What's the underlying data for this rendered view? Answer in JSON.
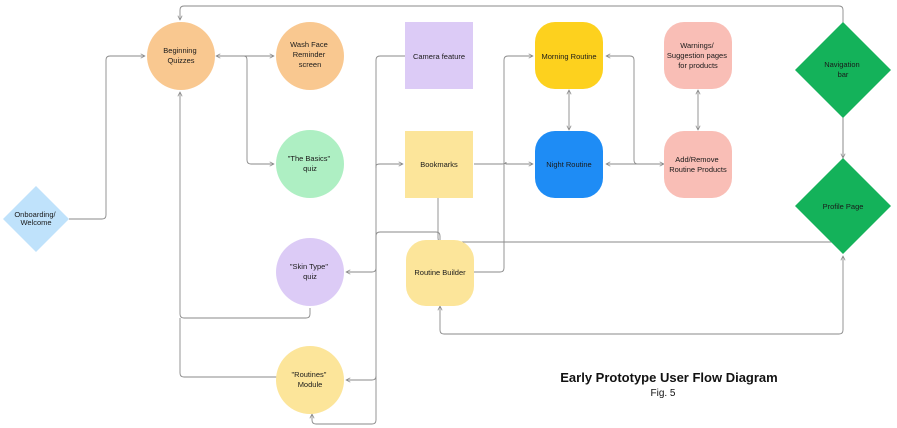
{
  "title": "Early Prototype User Flow Diagram",
  "subtitle": "Fig. 5",
  "colors": {
    "orange": "#F9C890",
    "green_light": "#AEEFC3",
    "lavender": "#DCCBF6",
    "yellow": "#FCE59A",
    "gold": "#FDD11E",
    "blue": "#1E8CF5",
    "pink": "#F9BEB6",
    "green": "#14B25A",
    "sky": "#BFE2FB",
    "edge": "#8A8A8A"
  },
  "nodes": [
    {
      "id": "onboarding",
      "lines": [
        "Onboarding/",
        "Welcome"
      ]
    },
    {
      "id": "beginning-quizzes",
      "lines": [
        "Beginning",
        "Quizzes"
      ]
    },
    {
      "id": "wash-face",
      "lines": [
        "Wash Face",
        "Reminder",
        "screen"
      ]
    },
    {
      "id": "basics-quiz",
      "lines": [
        "\"The Basics\"",
        "quiz"
      ]
    },
    {
      "id": "skin-type-quiz",
      "lines": [
        "\"Skin Type\"",
        "quiz"
      ]
    },
    {
      "id": "routines-module",
      "lines": [
        "\"Routines\"",
        "Module"
      ]
    },
    {
      "id": "camera-feature",
      "lines": [
        "Camera feature"
      ]
    },
    {
      "id": "bookmarks",
      "lines": [
        "Bookmarks"
      ]
    },
    {
      "id": "routine-builder",
      "lines": [
        "Routine Builder"
      ]
    },
    {
      "id": "morning-routine",
      "lines": [
        "Morning Routine"
      ]
    },
    {
      "id": "night-routine",
      "lines": [
        "Night Routine"
      ]
    },
    {
      "id": "warnings",
      "lines": [
        "Warnings/",
        "Suggestion pages",
        "for products"
      ]
    },
    {
      "id": "add-remove",
      "lines": [
        "Add/Remove",
        "Routine Products"
      ]
    },
    {
      "id": "navigation-bar",
      "lines": [
        "Navigation",
        "bar"
      ]
    },
    {
      "id": "profile-page",
      "lines": [
        "Profile Page"
      ]
    }
  ]
}
